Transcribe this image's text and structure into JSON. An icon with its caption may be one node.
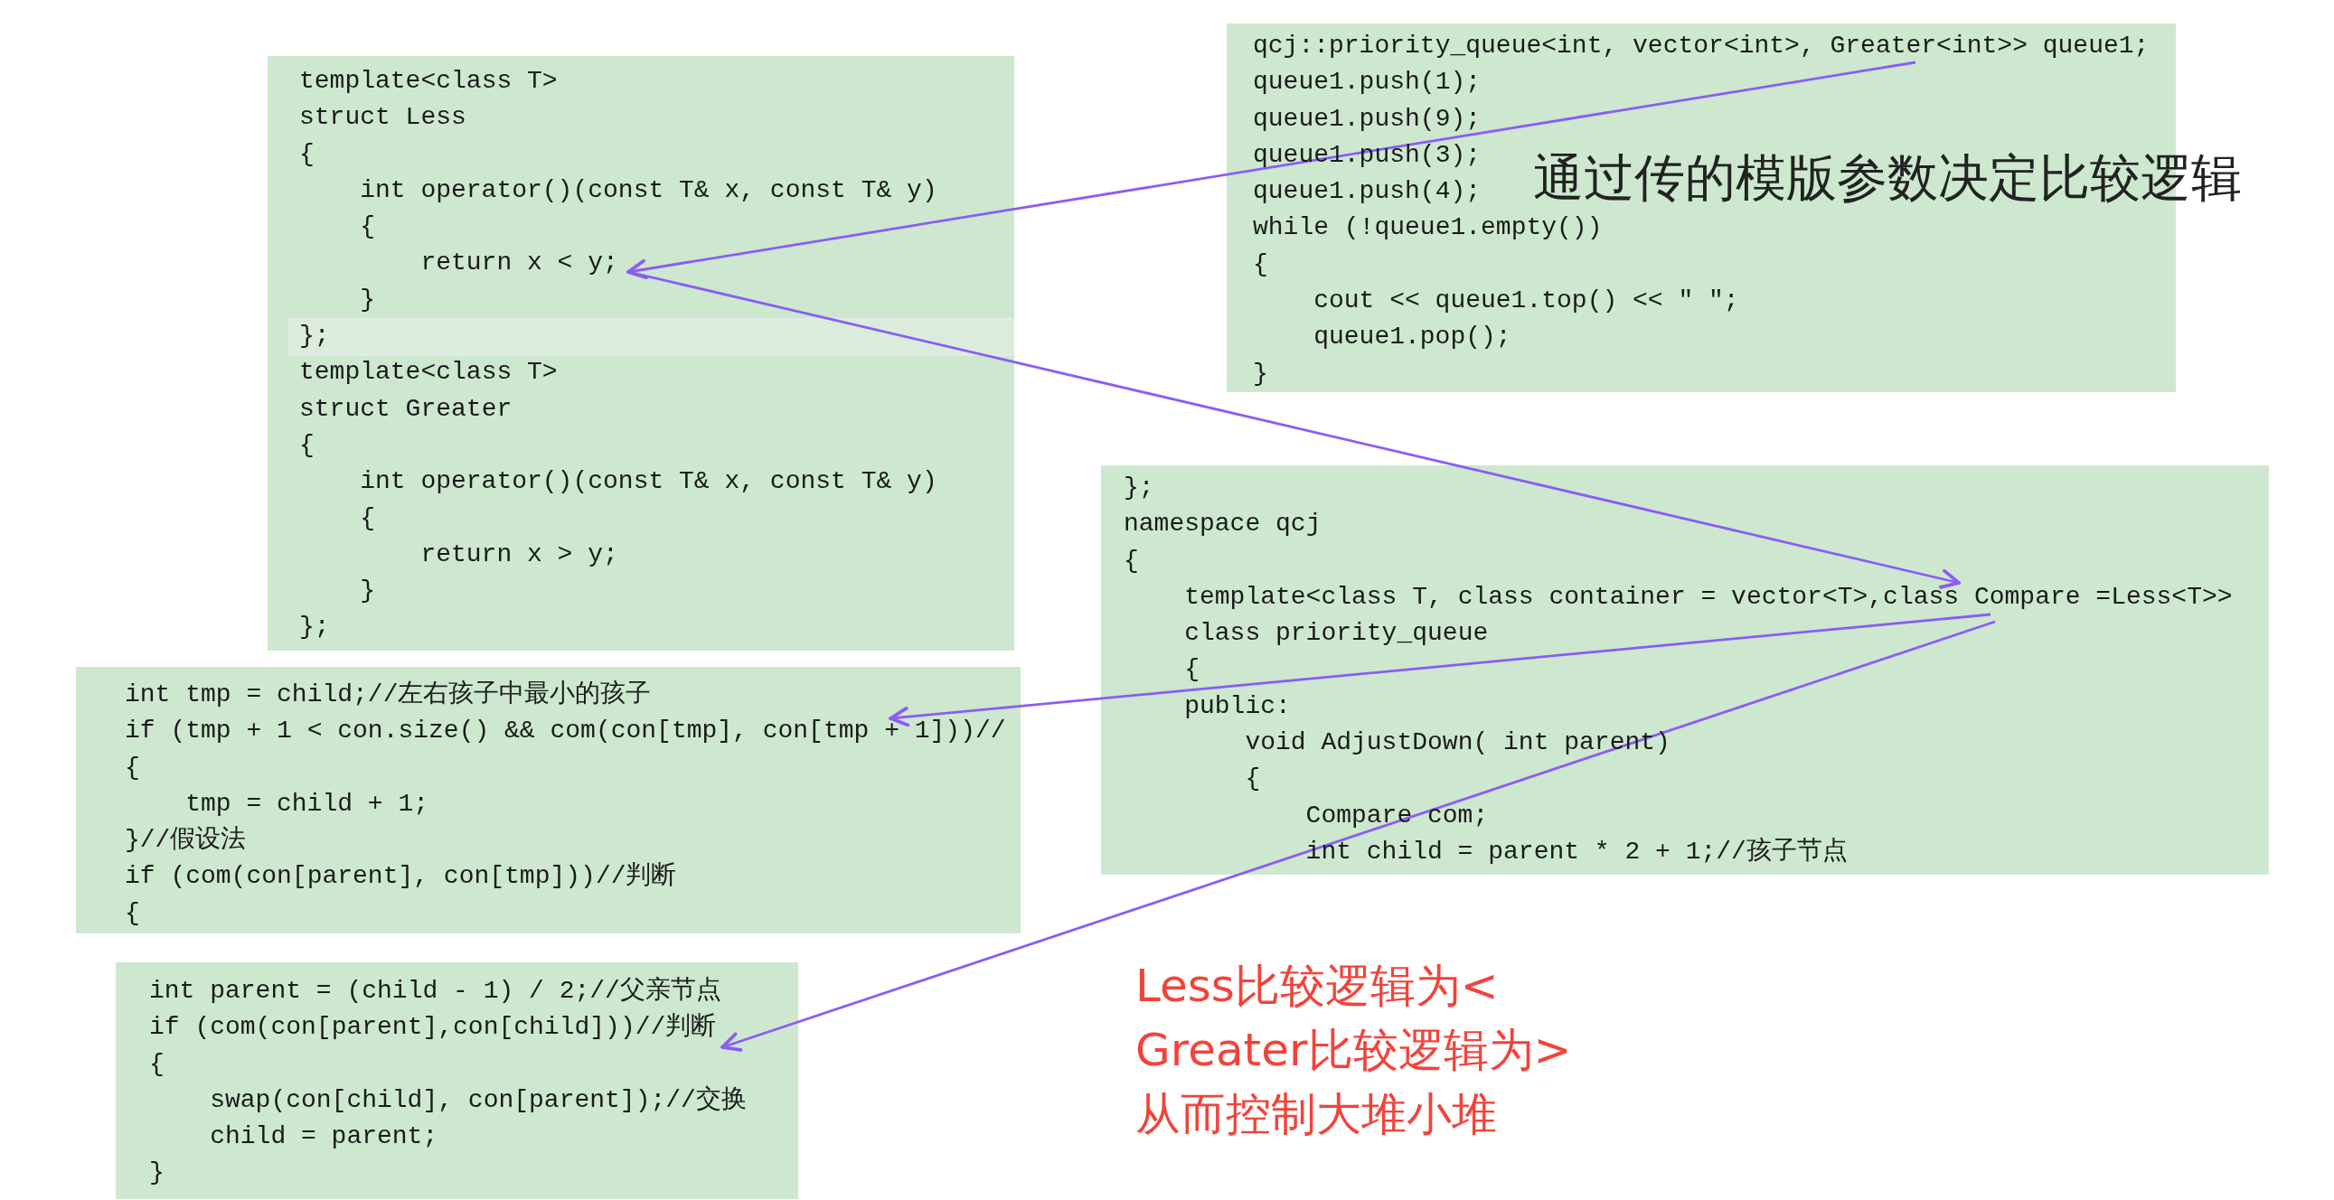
{
  "diagram": {
    "nodes": [
      {
        "text": [
          "template<class T>",
          "struct Less",
          "{",
          "int operator()(const T& x, const T& y)",
          "{",
          "return x < y;",
          "}",
          "};",
          "template<class T>",
          "struct Greater",
          "{",
          "int operator()(const T& x, const T& y)",
          "{",
          "return x > y;",
          "}",
          "};"
        ]
      },
      {
        "text": [
          "qcj::priority_queue<int, vector<int>, Greater<int>> queue1;",
          "queue1.push(1);",
          "queue1.push(9);",
          "queue1.push(3);",
          "queue1.push(4);",
          "while (!queue1.empty())",
          "{",
          "cout << queue1.top() << \" \";",
          "queue1.pop();",
          "}"
        ]
      },
      {
        "text": [
          "};",
          "namespace qcj",
          "{",
          "template<class T, class container = vector<T>,class Compare =Less<T>>",
          "class priority_queue",
          "{",
          "public:",
          "void AdjustDown( int parent)",
          "{",
          "Compare com;",
          "int child = parent * 2 + 1;//孩子节点"
        ]
      },
      {
        "text": [
          "int tmp = child;//左右孩子中最小的孩子",
          "if (tmp + 1 < con.size() && com(con[tmp], con[tmp + 1]))//",
          "{",
          "tmp = child + 1;",
          "}//假设法",
          "if (com(con[parent], con[tmp]))//判断",
          "{"
        ]
      },
      {
        "text": [
          "int parent = (child - 1) / 2;//父亲节点",
          "if (com(con[parent],con[child]))//判断",
          "{",
          "swap(con[child], con[parent]);//交换",
          "child = parent;",
          "}"
        ]
      }
    ],
    "edges": [
      {
        "from": 1,
        "to": 0,
        "arrow": "to"
      },
      {
        "from": 0,
        "to": 2,
        "arrow": "to"
      },
      {
        "from": 2,
        "to": 3,
        "arrow": "to"
      },
      {
        "from": 2,
        "to": 4,
        "arrow": "to"
      }
    ],
    "labels": [
      "通过传的模版参数决定比较逻辑",
      "Less比较逻辑为<",
      "Greater比较逻辑为>",
      "从而控制大堆小堆"
    ]
  }
}
